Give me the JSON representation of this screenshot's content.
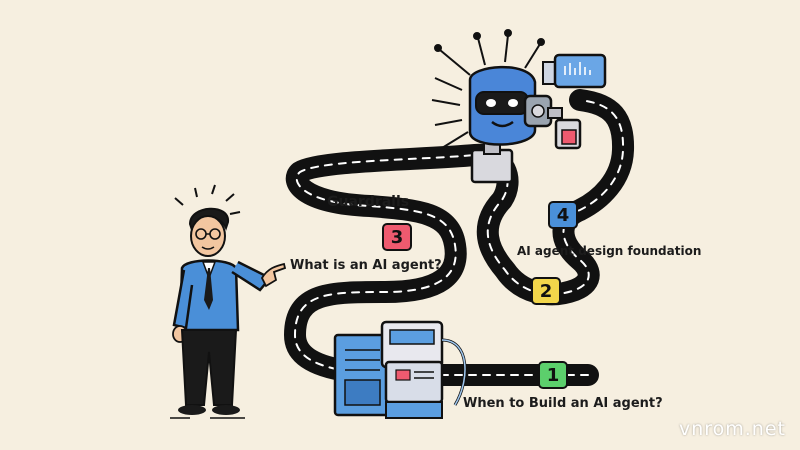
{
  "steps": [
    {
      "number": "1",
      "label": "When to Build an AI agent?",
      "color": "#5ccf6c"
    },
    {
      "number": "2",
      "label": "AI agent  design foundation",
      "color": "#f2d64b"
    },
    {
      "number": "3",
      "label": "What is an AI agent?",
      "color": "#ee5a6f"
    },
    {
      "number": "4",
      "label": "",
      "color": "#4a90d9"
    }
  ],
  "extra_label": "Guardrails",
  "watermark": "vnrom.net",
  "colors": {
    "road": "#111111",
    "road_dash": "#ffffff",
    "background": "#f6efe0",
    "robot_blue": "#4a86d8",
    "suit_blue": "#4a8fd8"
  }
}
